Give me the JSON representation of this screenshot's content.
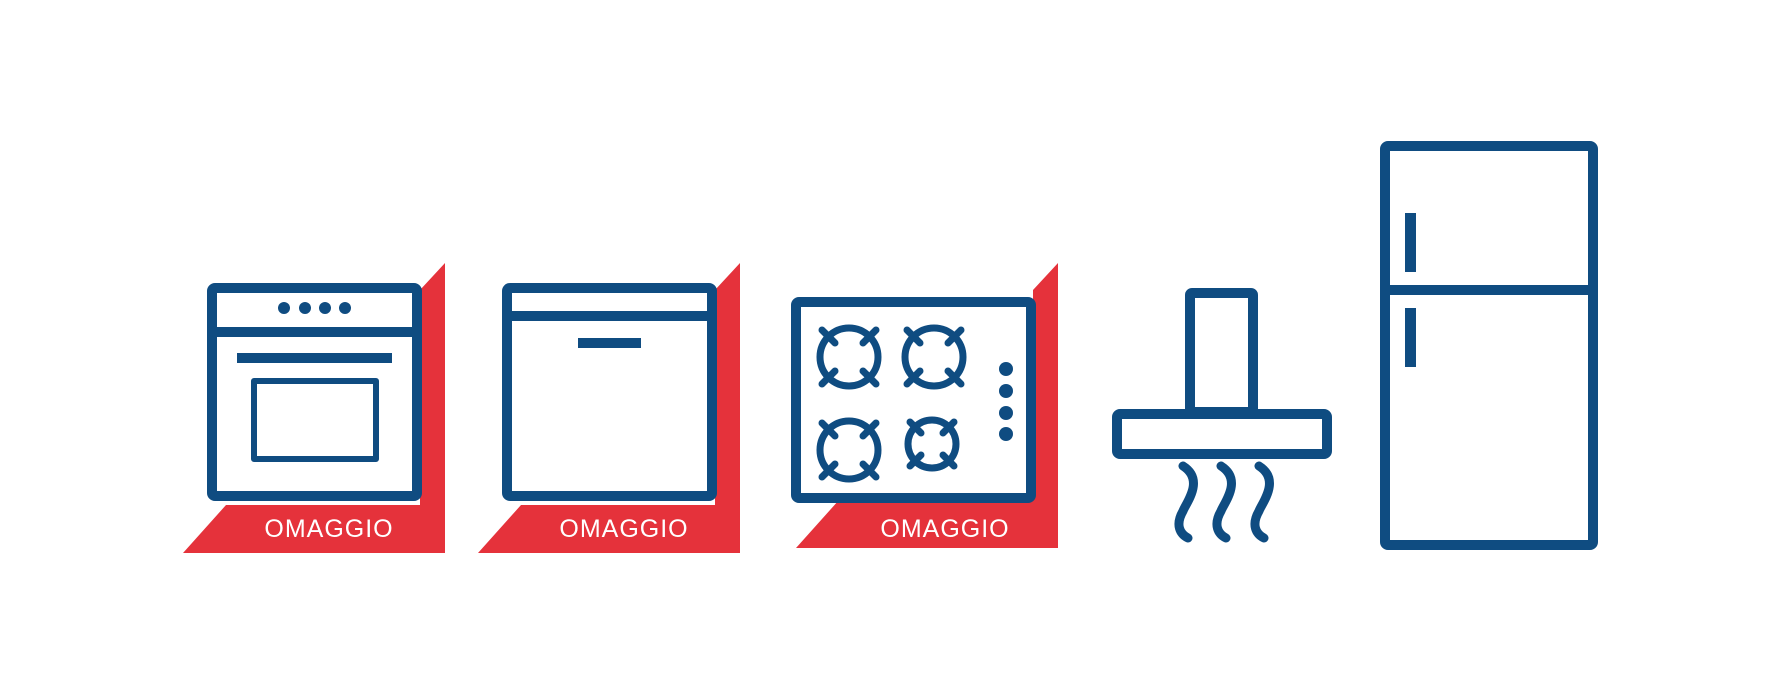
{
  "colors": {
    "primary": "#0f4c81",
    "accent": "#e5323b",
    "background": "#ffffff",
    "badge_text": "#ffffff"
  },
  "appliances": [
    {
      "name": "oven-icon",
      "badge": "OMAGGIO"
    },
    {
      "name": "dishwasher-icon",
      "badge": "OMAGGIO"
    },
    {
      "name": "gas-hob-icon",
      "badge": "OMAGGIO"
    },
    {
      "name": "range-hood-icon"
    },
    {
      "name": "refrigerator-icon"
    }
  ]
}
